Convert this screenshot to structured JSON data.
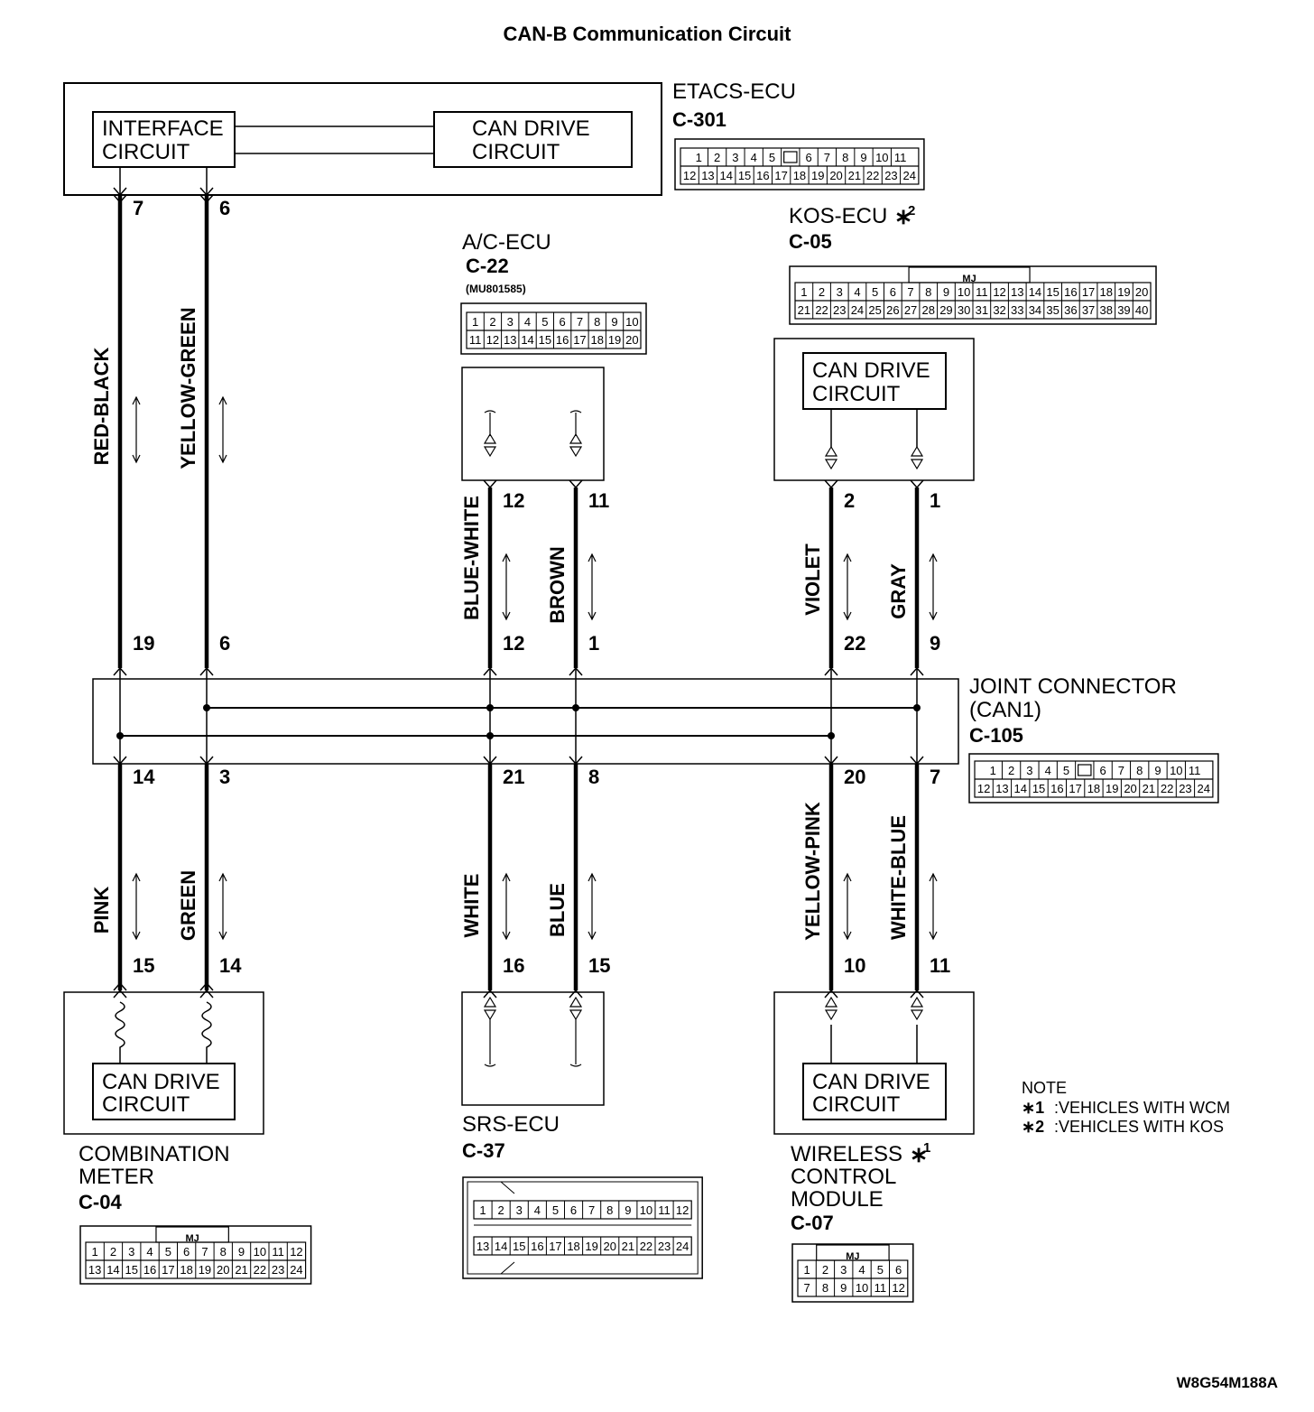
{
  "title": "CAN-B Communication Circuit",
  "figure_id": "W8G54M188A",
  "etacs": {
    "name": "ETACS-ECU",
    "connector": "C-301",
    "block_interface": [
      "INTERFACE",
      "CIRCUIT"
    ],
    "block_can": [
      "CAN DRIVE",
      "CIRCUIT"
    ],
    "pins": {
      "left": "7",
      "right": "6"
    },
    "conn_top": [
      "1",
      "2",
      "3",
      "4",
      "5",
      "",
      "6",
      "7",
      "8",
      "9",
      "10",
      "11"
    ],
    "conn_bottom": [
      "12",
      "13",
      "14",
      "15",
      "16",
      "17",
      "18",
      "19",
      "20",
      "21",
      "22",
      "23",
      "24"
    ]
  },
  "ac_ecu": {
    "name": "A/C-ECU",
    "connector": "C-22",
    "part_no": "(MU801585)",
    "pins": {
      "left": "12",
      "right": "11"
    },
    "conn_top": [
      "1",
      "2",
      "3",
      "4",
      "5",
      "6",
      "7",
      "8",
      "9",
      "10"
    ],
    "conn_bottom": [
      "11",
      "12",
      "13",
      "14",
      "15",
      "16",
      "17",
      "18",
      "19",
      "20"
    ]
  },
  "kos_ecu": {
    "name": "KOS-ECU",
    "mark": "∗",
    "sup": "2",
    "connector": "C-05",
    "mj": "MJ",
    "block": [
      "CAN DRIVE",
      "CIRCUIT"
    ],
    "pins": {
      "left": "2",
      "right": "1"
    },
    "conn_top": [
      "1",
      "2",
      "3",
      "4",
      "5",
      "6",
      "7",
      "8",
      "9",
      "10",
      "11",
      "12",
      "13",
      "14",
      "15",
      "16",
      "17",
      "18",
      "19",
      "20"
    ],
    "conn_bottom": [
      "21",
      "22",
      "23",
      "24",
      "25",
      "26",
      "27",
      "28",
      "29",
      "30",
      "31",
      "32",
      "33",
      "34",
      "35",
      "36",
      "37",
      "38",
      "39",
      "40"
    ]
  },
  "wires_top": [
    {
      "color": "RED-BLACK",
      "top_pin": "7",
      "bottom_pin": "19"
    },
    {
      "color": "YELLOW-GREEN",
      "top_pin": "6",
      "bottom_pin": "6"
    },
    {
      "color": "BLUE-WHITE",
      "top_pin": "12",
      "bottom_pin": "12"
    },
    {
      "color": "BROWN",
      "top_pin": "11",
      "bottom_pin": "1"
    },
    {
      "color": "VIOLET",
      "top_pin": "2",
      "bottom_pin": "22"
    },
    {
      "color": "GRAY",
      "top_pin": "1",
      "bottom_pin": "9"
    }
  ],
  "joint": {
    "name_line1": "JOINT CONNECTOR",
    "name_line2": "(CAN1)",
    "connector": "C-105",
    "conn_top": [
      "1",
      "2",
      "3",
      "4",
      "5",
      "",
      "6",
      "7",
      "8",
      "9",
      "10",
      "11"
    ],
    "conn_bottom": [
      "12",
      "13",
      "14",
      "15",
      "16",
      "17",
      "18",
      "19",
      "20",
      "21",
      "22",
      "23",
      "24"
    ]
  },
  "wires_bottom": [
    {
      "color": "PINK",
      "top_pin": "14",
      "bottom_pin": "15"
    },
    {
      "color": "GREEN",
      "top_pin": "3",
      "bottom_pin": "14"
    },
    {
      "color": "WHITE",
      "top_pin": "21",
      "bottom_pin": "16"
    },
    {
      "color": "BLUE",
      "top_pin": "8",
      "bottom_pin": "15"
    },
    {
      "color": "YELLOW-PINK",
      "top_pin": "20",
      "bottom_pin": "10"
    },
    {
      "color": "WHITE-BLUE",
      "top_pin": "7",
      "bottom_pin": "11"
    }
  ],
  "combination_meter": {
    "name_line1": "COMBINATION",
    "name_line2": "METER",
    "connector": "C-04",
    "mj": "MJ",
    "block": [
      "CAN DRIVE",
      "CIRCUIT"
    ],
    "conn_top": [
      "1",
      "2",
      "3",
      "4",
      "5",
      "6",
      "7",
      "8",
      "9",
      "10",
      "11",
      "12"
    ],
    "conn_bottom": [
      "13",
      "14",
      "15",
      "16",
      "17",
      "18",
      "19",
      "20",
      "21",
      "22",
      "23",
      "24"
    ]
  },
  "srs_ecu": {
    "name": "SRS-ECU",
    "connector": "C-37",
    "conn_top": [
      "1",
      "2",
      "3",
      "4",
      "5",
      "6",
      "7",
      "8",
      "9",
      "10",
      "11",
      "12"
    ],
    "conn_bottom": [
      "13",
      "14",
      "15",
      "16",
      "17",
      "18",
      "19",
      "20",
      "21",
      "22",
      "23",
      "24"
    ]
  },
  "wcm": {
    "name_line1": "WIRELESS",
    "name_line2": "CONTROL",
    "name_line3": "MODULE",
    "mark": "∗",
    "sup": "1",
    "connector": "C-07",
    "mj": "MJ",
    "block": [
      "CAN DRIVE",
      "CIRCUIT"
    ],
    "conn_top": [
      "1",
      "2",
      "3",
      "4",
      "5",
      "6"
    ],
    "conn_bottom": [
      "7",
      "8",
      "9",
      "10",
      "11",
      "12"
    ]
  },
  "note": {
    "title": "NOTE",
    "items": [
      {
        "mark": "∗1",
        "text": ":VEHICLES WITH WCM"
      },
      {
        "mark": "∗2",
        "text": ":VEHICLES WITH KOS"
      }
    ]
  }
}
